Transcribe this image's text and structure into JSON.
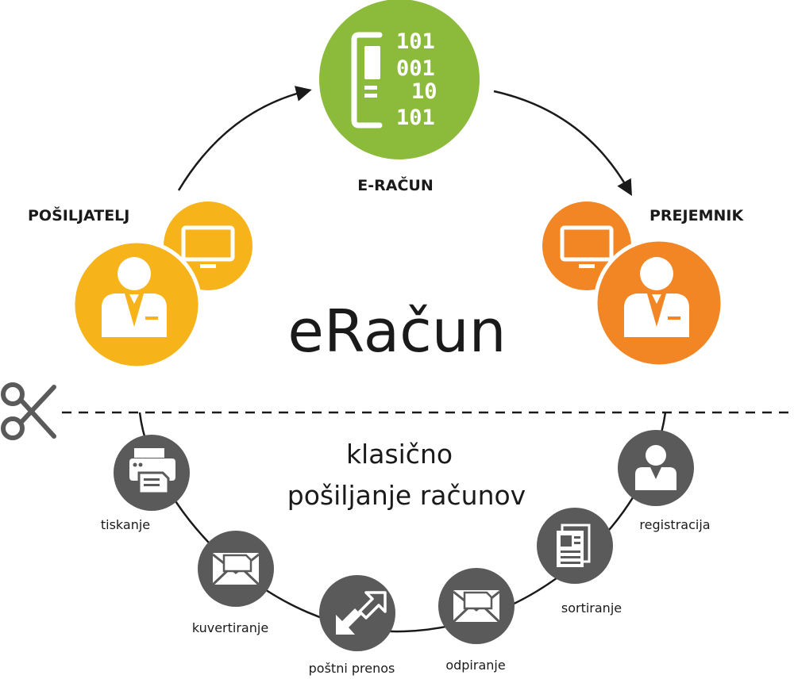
{
  "title": "eRačun",
  "center_node": {
    "label": "E-RAČUN",
    "binary": [
      "101",
      "001",
      "10",
      "101"
    ]
  },
  "sender": {
    "label": "POŠILJATELJ"
  },
  "receiver": {
    "label": "PREJEMNIK"
  },
  "classic": {
    "line1": "klasično",
    "line2": "pošiljanje računov"
  },
  "steps": [
    {
      "label": "tiskanje",
      "icon": "printer-icon"
    },
    {
      "label": "kuvertiranje",
      "icon": "envelope-icon"
    },
    {
      "label": "poštni prenos",
      "icon": "transfer-arrows-icon"
    },
    {
      "label": "odpiranje",
      "icon": "envelope-icon"
    },
    {
      "label": "sortiranje",
      "icon": "documents-icon"
    },
    {
      "label": "registracija",
      "icon": "person-icon"
    }
  ],
  "colors": {
    "green": "#8cbb3c",
    "yellow": "#f6b31a",
    "orange": "#f28524",
    "gray": "#5a5a5a",
    "dark": "#1a1a1a"
  }
}
